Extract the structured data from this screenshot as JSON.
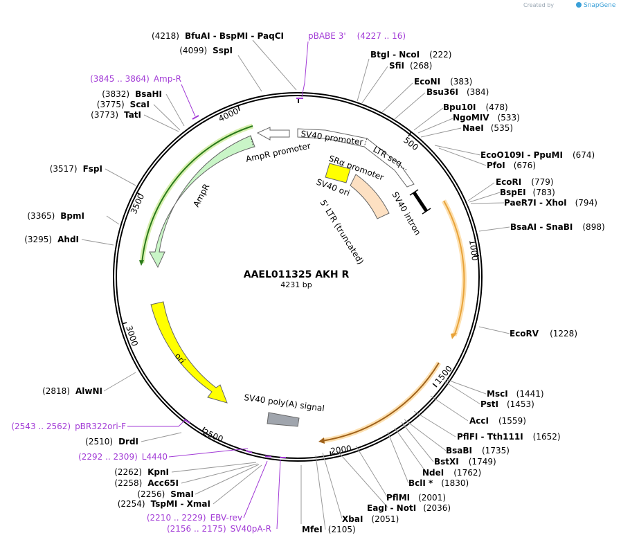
{
  "credit": {
    "text": "Created by",
    "brand": "SnapGene"
  },
  "map": {
    "name": "AAEL011325 AKH R",
    "length": "4231 bp"
  },
  "ticks": [
    "500",
    "1000",
    "1500",
    "2000",
    "2500",
    "3000",
    "3500",
    "4000"
  ],
  "primers": [
    {
      "label": "pBABE 3'",
      "range": "(4227 .. 16)"
    },
    {
      "label": "Amp-R",
      "range": "(3845 .. 3864)"
    },
    {
      "label": "pBR322ori-F",
      "range": "(2543 .. 2562)"
    },
    {
      "label": "L4440",
      "range": "(2292 .. 2309)"
    },
    {
      "label": "EBV-rev",
      "range": "(2210 .. 2229)"
    },
    {
      "label": "SV40pA-R",
      "range": "(2156 .. 2175)"
    }
  ],
  "sites": {
    "bfuai": {
      "pos": "(4218)",
      "name": "BfuAI - BspMI - PaqCI"
    },
    "sspi": {
      "pos": "(4099)",
      "name": "SspI"
    },
    "bsahi": {
      "pos": "(3832)",
      "name": "BsaHI"
    },
    "scai": {
      "pos": "(3775)",
      "name": "ScaI"
    },
    "tati": {
      "pos": "(3773)",
      "name": "TatI"
    },
    "fspi": {
      "pos": "(3517)",
      "name": "FspI"
    },
    "bpmi": {
      "pos": "(3365)",
      "name": "BpmI"
    },
    "ahdi": {
      "pos": "(3295)",
      "name": "AhdI"
    },
    "alwni": {
      "pos": "(2818)",
      "name": "AlwNI"
    },
    "drdi": {
      "pos": "(2510)",
      "name": "DrdI"
    },
    "kpni": {
      "pos": "(2262)",
      "name": "KpnI"
    },
    "acc65i": {
      "pos": "(2258)",
      "name": "Acc65I"
    },
    "smai": {
      "pos": "(2256)",
      "name": "SmaI"
    },
    "tspmi": {
      "pos": "(2254)",
      "name": "TspMI - XmaI"
    },
    "mfei": {
      "pos": "(2105)",
      "name": "MfeI"
    },
    "btgi": {
      "name": "BtgI - NcoI",
      "pos": "(222)"
    },
    "sfii": {
      "name": "SfiI",
      "pos": "(268)"
    },
    "econi": {
      "name": "EcoNI",
      "pos": "(383)"
    },
    "bsu36i": {
      "name": "Bsu36I",
      "pos": "(384)"
    },
    "bpu10i": {
      "name": "Bpu10I",
      "pos": "(478)"
    },
    "ngomiv": {
      "name": "NgoMIV",
      "pos": "(533)"
    },
    "naei": {
      "name": "NaeI",
      "pos": "(535)"
    },
    "eco0109i": {
      "name": "EcoO109I - PpuMI",
      "pos": "(674)"
    },
    "pfoi": {
      "name": "PfoI",
      "pos": "(676)"
    },
    "ecori": {
      "name": "EcoRI",
      "pos": "(779)"
    },
    "bspei": {
      "name": "BspEI",
      "pos": "(783)"
    },
    "paer7i": {
      "name": "PaeR7I - XhoI",
      "pos": "(794)"
    },
    "bsaai": {
      "name": "BsaAI - SnaBI",
      "pos": "(898)"
    },
    "ecorv": {
      "name": "EcoRV",
      "pos": "(1228)"
    },
    "msci": {
      "name": "MscI",
      "pos": "(1441)"
    },
    "psti": {
      "name": "PstI",
      "pos": "(1453)"
    },
    "acci": {
      "name": "AccI",
      "pos": "(1559)"
    },
    "pflfi": {
      "name": "PflFI - Tth111I",
      "pos": "(1652)"
    },
    "bsabi": {
      "name": "BsaBI",
      "pos": "(1735)"
    },
    "bstxi": {
      "name": "BstXI",
      "pos": "(1749)"
    },
    "ndei": {
      "name": "NdeI",
      "pos": "(1762)"
    },
    "bcli": {
      "name": "BclI *",
      "pos": "(1830)"
    },
    "pflmi": {
      "name": "PflMI",
      "pos": "(2001)"
    },
    "eagi": {
      "name": "EagI - NotI",
      "pos": "(2036)"
    },
    "xbai": {
      "name": "XbaI",
      "pos": "(2051)"
    }
  },
  "features": {
    "ampr": "AmpR",
    "ampr_promoter": "AmpR promoter",
    "sv40_promoter": "SV40 promoter",
    "ltr_seq": "LTR seq...",
    "sra_promoter": "SRα promoter",
    "sv40_ori": "SV40 ori",
    "ltr_trunc": "5' LTR (truncated)",
    "sv40_intron": "SV40 intron",
    "ori": "ori",
    "polya": "SV40 poly(A) signal"
  },
  "colors": {
    "ampr": "#c9f5c7",
    "ori": "#ffff00",
    "sv40_ori": "#ffff00",
    "ltr": "#fde0c2",
    "polya": "#a0a5ad",
    "primer": "#a23bd6",
    "orf": "#e8a33a"
  }
}
